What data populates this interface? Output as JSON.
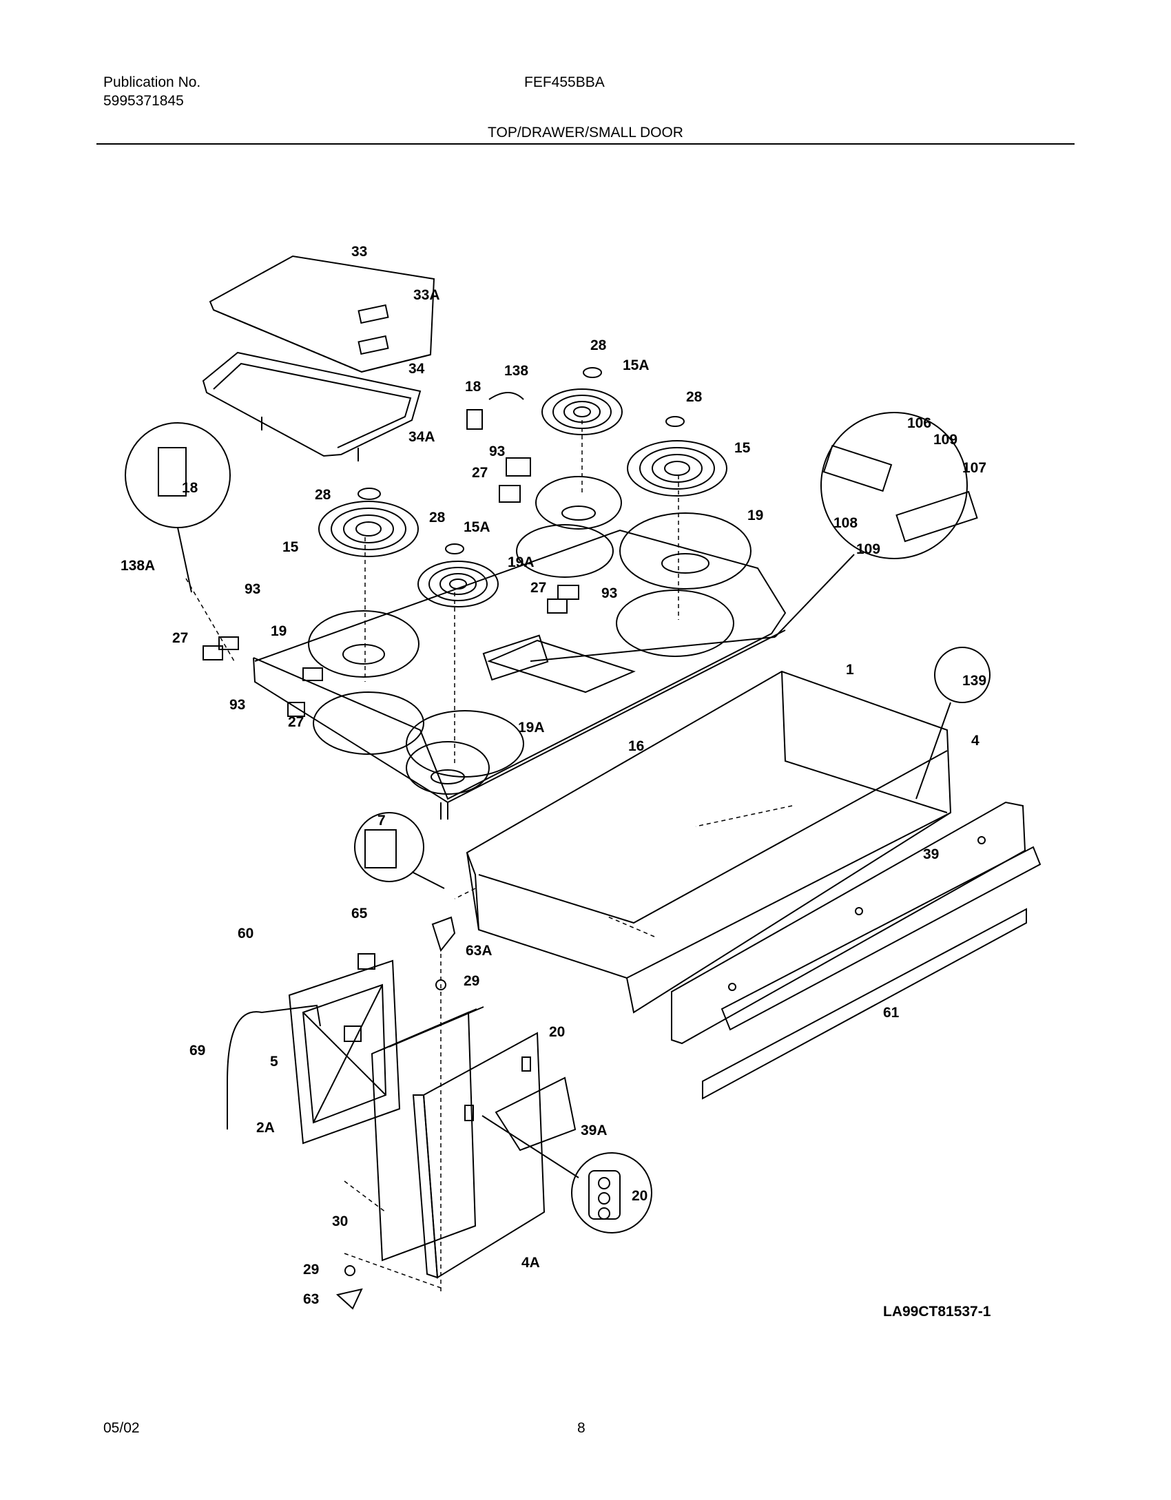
{
  "header": {
    "publication_label": "Publication No.",
    "publication_number": "5995371845",
    "model": "FEF455BBA",
    "section_title": "TOP/DRAWER/SMALL DOOR"
  },
  "callouts": {
    "c33": "33",
    "c33a": "33A",
    "c34": "34",
    "c34a": "34A",
    "c18a": "18",
    "c18b": "18",
    "c138": "138",
    "c138a": "138A",
    "c28a": "28",
    "c28b": "28",
    "c28c": "28",
    "c28d": "28",
    "c15a_1": "15A",
    "c15a_2": "15A",
    "c15_1": "15",
    "c15_2": "15",
    "c93a": "93",
    "c93b": "93",
    "c93c": "93",
    "c93d": "93",
    "c27a": "27",
    "c27b": "27",
    "c27c": "27",
    "c27d": "27",
    "c19a": "19",
    "c19b": "19",
    "c19a_1": "19A",
    "c19a_2": "19A",
    "c16": "16",
    "c106": "106",
    "c107": "107",
    "c108": "108",
    "c109a": "109",
    "c109b": "109",
    "c1": "1",
    "c139": "139",
    "c4": "4",
    "c39": "39",
    "c61": "61",
    "c7": "7",
    "c60": "60",
    "c65": "65",
    "c63a": "63A",
    "c29a": "29",
    "c29b": "29",
    "c69": "69",
    "c5": "5",
    "c2a": "2A",
    "c20a": "20",
    "c20b": "20",
    "c39a": "39A",
    "c30": "30",
    "c4a": "4A",
    "c63": "63"
  },
  "diagram_code": "LA99CT81537-1",
  "footer": {
    "date": "05/02",
    "page": "8"
  }
}
